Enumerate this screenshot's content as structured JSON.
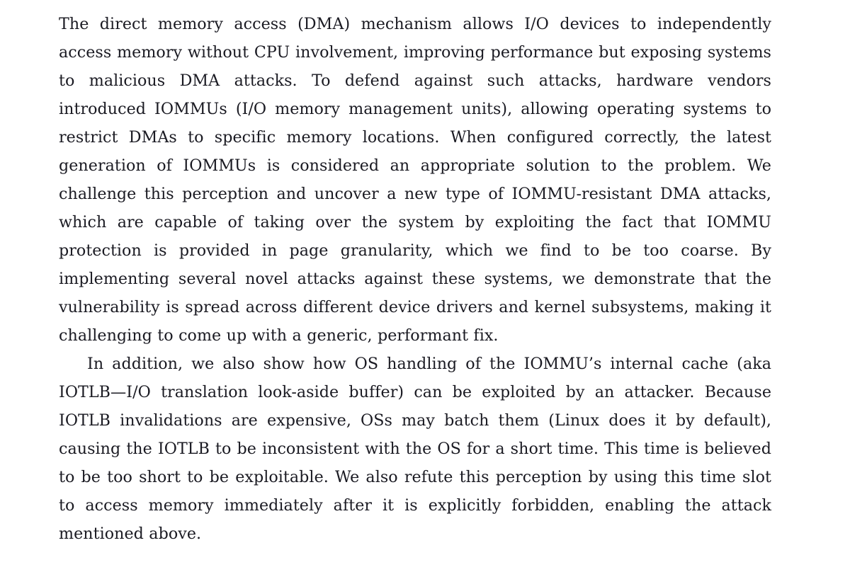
{
  "document": {
    "background_color": "#ffffff",
    "text_color": "#1a1a22",
    "paragraphs": [
      {
        "id": "abstract-paragraph-1",
        "indent": false,
        "text": "The direct memory access (DMA) mechanism allows I/O devices to independently access memory without CPU involvement, improving performance but exposing systems to malicious DMA attacks. To defend against such attacks, hardware vendors introduced IOMMUs (I/O memory management units), allowing operating systems to restrict DMAs to specific memory locations. When configured correctly, the latest generation of IOMMUs is considered an appropriate solution to the problem. We challenge this perception and uncover a new type of IOMMU-resistant DMA attacks, which are capable of taking over the system by exploiting the fact that IOMMU protection is provided in page granularity, which we find to be too coarse. By implementing several novel attacks against these systems, we demonstrate that the vulnerability is spread across different device drivers and kernel subsystems, making it challenging to come up with a generic, performant fix."
      },
      {
        "id": "abstract-paragraph-2",
        "indent": true,
        "text": "In addition, we also show how OS handling of the IOMMU’s internal cache (aka IOTLB—I/O translation look-aside buffer) can be exploited by an attacker. Because IOTLB invalidations are expensive, OSs may batch them (Linux does it by default), causing the IOTLB to be inconsistent with the OS for a short time. This time is believed to be too short to be exploitable. We also refute this perception by using this time slot to access memory immediately after it is explicitly forbidden, enabling the attack mentioned above."
      }
    ]
  }
}
